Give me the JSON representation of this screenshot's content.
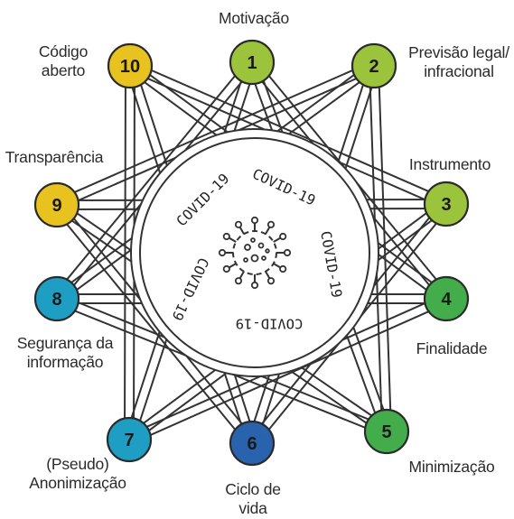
{
  "center": {
    "texts": [
      "COVID-19",
      "COVID-19",
      "COVID-19",
      "COVID-19",
      "COVID-19"
    ]
  },
  "nodes": [
    {
      "number": "1",
      "label": [
        "Motivação"
      ],
      "color": "#9bc43c"
    },
    {
      "number": "2",
      "label": [
        "Previsão legal/",
        "infracional"
      ],
      "color": "#9bc43c"
    },
    {
      "number": "3",
      "label": [
        "Instrumento"
      ],
      "color": "#9bc43c"
    },
    {
      "number": "4",
      "label": [
        "Finalidade"
      ],
      "color": "#43ad4c"
    },
    {
      "number": "5",
      "label": [
        "Minimização"
      ],
      "color": "#43ad4c"
    },
    {
      "number": "6",
      "label": [
        "Ciclo de",
        "vida"
      ],
      "color": "#2a63ad"
    },
    {
      "number": "7",
      "label": [
        "(Pseudo)",
        "Anonimização"
      ],
      "color": "#1f9ec4"
    },
    {
      "number": "8",
      "label": [
        "Segurança da",
        "informação"
      ],
      "color": "#1f9ec4"
    },
    {
      "number": "9",
      "label": [
        "Transparência"
      ],
      "color": "#e8c21f"
    },
    {
      "number": "10",
      "label": [
        "Código",
        "aberto"
      ],
      "color": "#e8c21f"
    }
  ]
}
